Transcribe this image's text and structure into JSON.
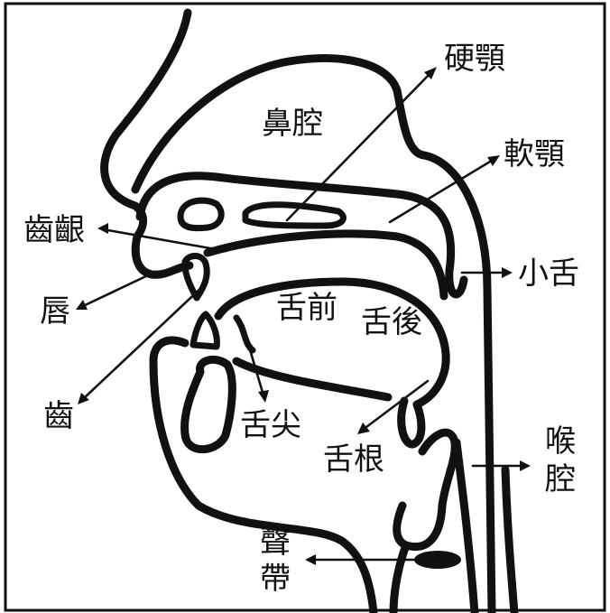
{
  "labels": {
    "hard_palate": "硬顎",
    "nasal_cavity": "鼻腔",
    "soft_palate": "軟顎",
    "alveolar_ridge": "齒齦",
    "uvula": "小舌",
    "lips": "唇",
    "tongue_front": "舌前",
    "tongue_back": "舌後",
    "teeth": "齒",
    "tongue_tip": "舌尖",
    "tongue_root": "舌根",
    "pharynx_top": "喉",
    "pharynx_bottom": "腔",
    "vocal_cords_top": "聲",
    "vocal_cords_bottom": "帶"
  }
}
